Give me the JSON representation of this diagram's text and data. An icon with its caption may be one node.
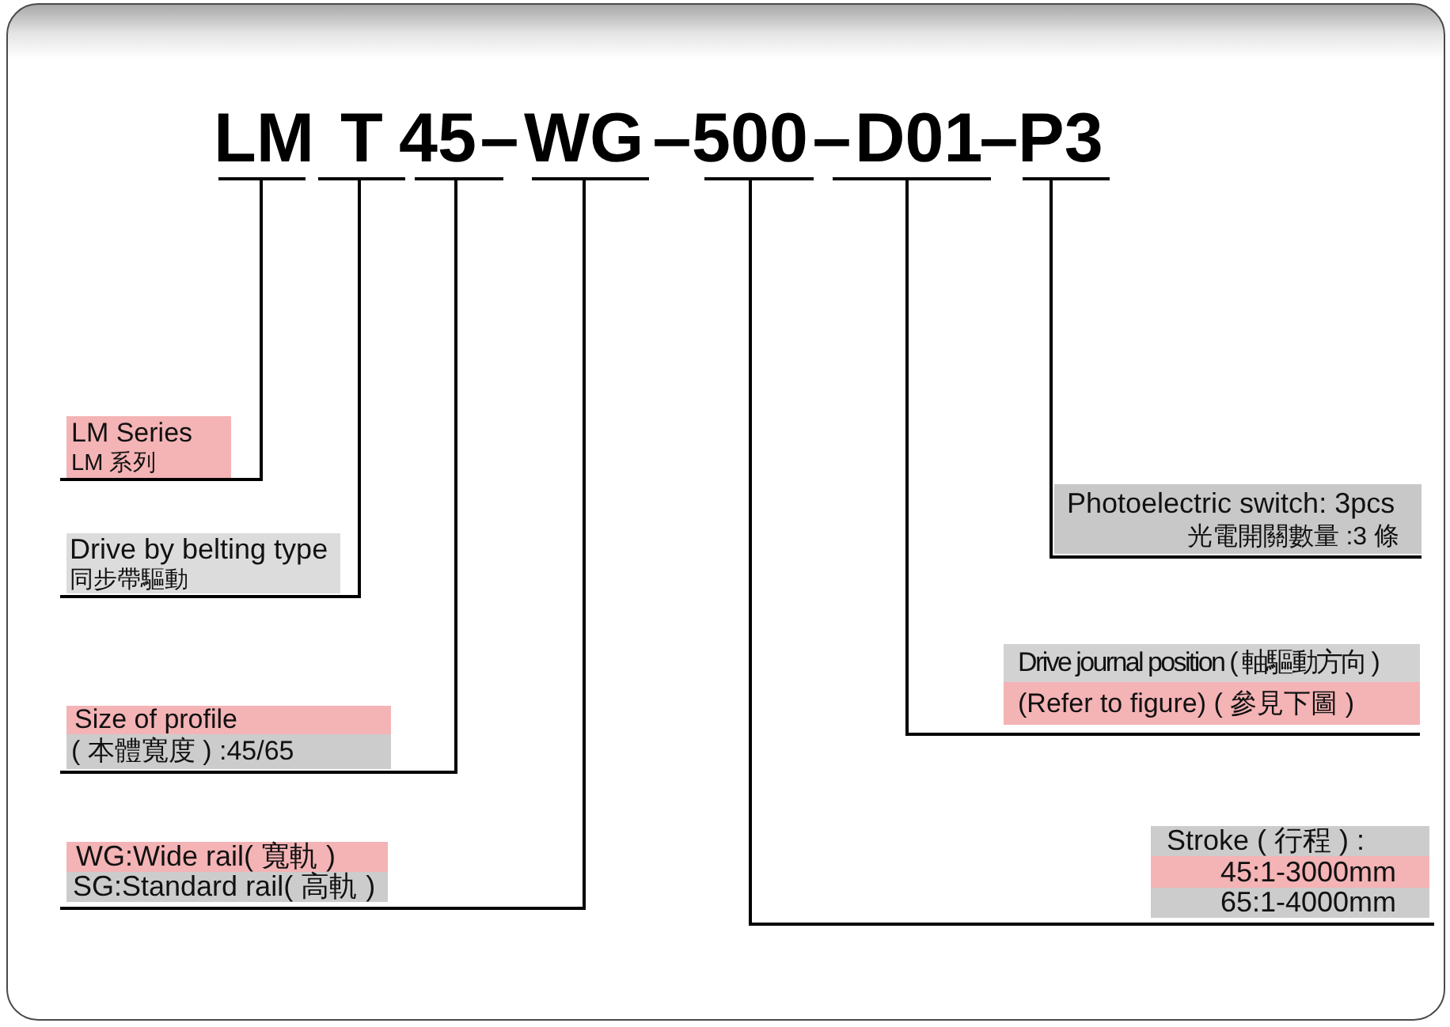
{
  "diagram": {
    "nodes": [
      {
        "text": [
          "LM"
        ]
      },
      {
        "text": [
          "T"
        ]
      },
      {
        "text": [
          "45"
        ]
      },
      {
        "text": [
          "WG"
        ]
      },
      {
        "text": [
          "500"
        ]
      },
      {
        "text": [
          "D01"
        ]
      },
      {
        "text": [
          "P3"
        ]
      },
      {
        "text": [
          "LM Series",
          "LM 系列"
        ]
      },
      {
        "text": [
          "Drive by belting type",
          "同步帶驅動"
        ]
      },
      {
        "text": [
          "Size of profile",
          "( 本體寬度 ) :45/65"
        ]
      },
      {
        "text": [
          "WG:Wide rail( 寬軌 )",
          "SG:Standard rail( 高軌 )"
        ]
      },
      {
        "text": [
          "Stroke ( 行程 ) :",
          "45:1-3000mm",
          "65:1-4000mm"
        ]
      },
      {
        "text": [
          "Drive journal position ( 軸驅動方向 )",
          "(Refer to figure) ( 參見下圖 )"
        ]
      },
      {
        "text": [
          "Photoelectric switch: 3pcs",
          "光電開關數量 :3 條"
        ]
      }
    ],
    "edges": [
      {
        "from": 0,
        "to": 7,
        "arrow": "none"
      },
      {
        "from": 1,
        "to": 8,
        "arrow": "none"
      },
      {
        "from": 2,
        "to": 9,
        "arrow": "none"
      },
      {
        "from": 3,
        "to": 10,
        "arrow": "none"
      },
      {
        "from": 4,
        "to": 11,
        "arrow": "none"
      },
      {
        "from": 5,
        "to": 12,
        "arrow": "none"
      },
      {
        "from": 6,
        "to": 13,
        "arrow": "none"
      }
    ],
    "labels": [
      "–",
      "–",
      "–",
      "–"
    ]
  }
}
